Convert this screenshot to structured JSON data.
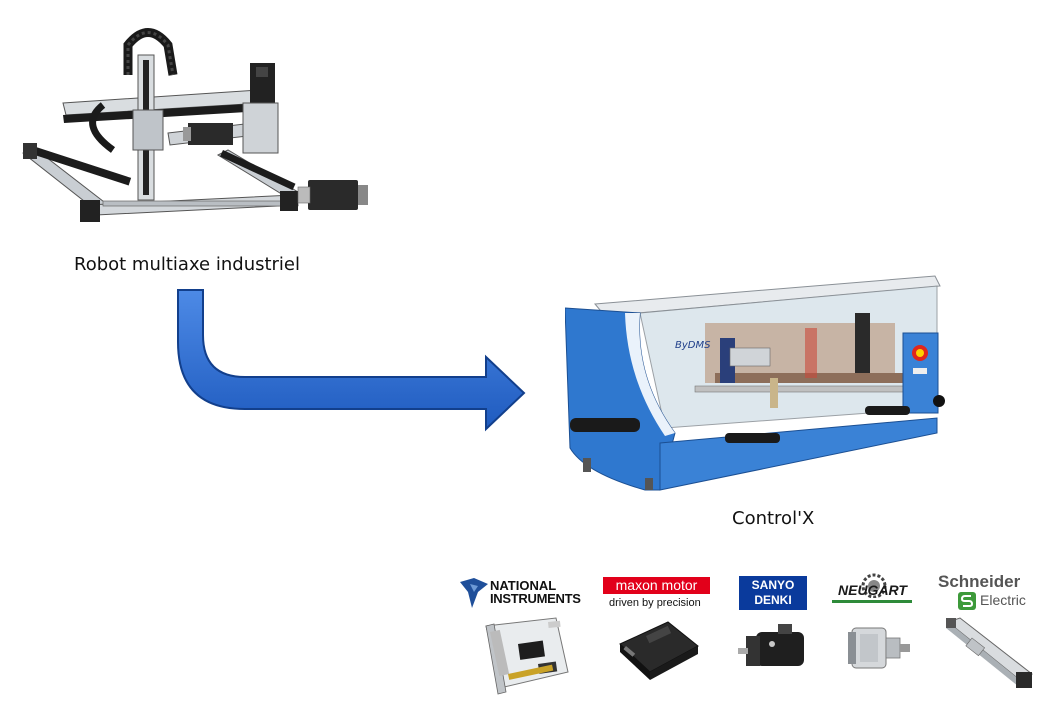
{
  "robot": {
    "caption": "Robot multiaxe industriel"
  },
  "machine": {
    "caption": "Control'X",
    "badge": "ByDMS"
  },
  "arrow": {
    "color": "#2f6fd6",
    "color_dark": "#123f8c"
  },
  "brands": [
    {
      "id": "national-instruments",
      "line1": "NATIONAL",
      "line2": "INSTRUMENTS",
      "product": "pcie-daq-card"
    },
    {
      "id": "maxon-motor",
      "line1": "maxon motor",
      "line2": "driven by precision",
      "color": "#e2001a",
      "product": "motor-controller"
    },
    {
      "id": "sanyo-denki",
      "line1": "SANYO",
      "line2": "DENKI",
      "color": "#0a3a9c",
      "product": "servo-motor"
    },
    {
      "id": "neugart",
      "line1": "NEUGART",
      "color": "#1a1a1a",
      "accent": "#2e8b3a",
      "product": "gearbox"
    },
    {
      "id": "schneider-electric",
      "line1": "Schneider",
      "line2": "Electric",
      "color": "#3d9a3a",
      "product": "linear-axis"
    }
  ]
}
